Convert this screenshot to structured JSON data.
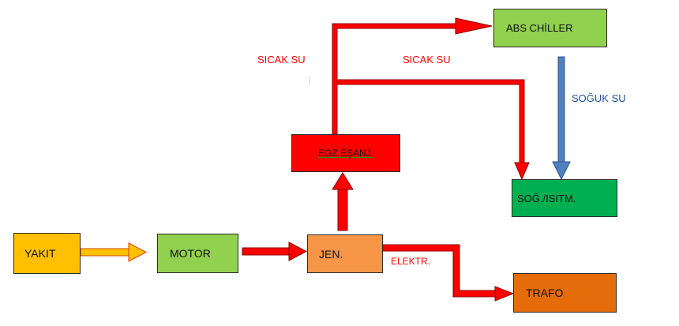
{
  "nodes": {
    "yakit": {
      "label": "YAKIT",
      "fill": "#ffc000"
    },
    "motor": {
      "label": "MOTOR",
      "fill": "#92d050"
    },
    "jen": {
      "label": "JEN.",
      "fill": "#f79646"
    },
    "egz": {
      "label": "EGZ.EŞANJ.",
      "fill": "#ff0000"
    },
    "abs": {
      "label": "ABS CHİLLER",
      "fill": "#92d050"
    },
    "sog": {
      "label": "SOĞ./ISITM.",
      "fill": "#00b050"
    },
    "trafo": {
      "label": "TRAFO",
      "fill": "#e46c0a"
    }
  },
  "edge_labels": {
    "sicak_su_1": "SICAK SU",
    "sicak_su_2": "SICAK SU",
    "soguk_su": "SOĞUK SU",
    "elektr": "ELEKTR."
  },
  "colors": {
    "hot_flow": "#ff0000",
    "cold_flow": "#4f81bd",
    "fuel_flow": "#ffc000",
    "hot_label": "#ff0000",
    "cold_label": "#1f4e9c",
    "arrow_outline": "#8b0000"
  }
}
